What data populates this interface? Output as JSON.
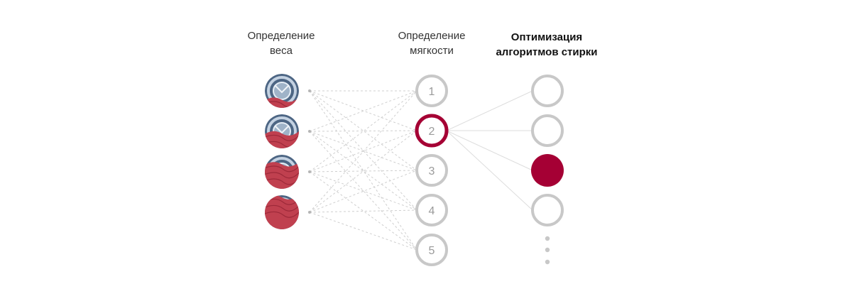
{
  "columns": {
    "weight": {
      "line1": "Определение",
      "line2": "веса"
    },
    "softness": {
      "line1": "Определение",
      "line2": "мягкости"
    },
    "optimization": {
      "line1": "Оптимизация",
      "line2": "алгоритмов стирки"
    }
  },
  "weight_levels": [
    {
      "load": "low"
    },
    {
      "load": "medium"
    },
    {
      "load": "high"
    },
    {
      "load": "full"
    }
  ],
  "softness_nodes": [
    {
      "label": "1",
      "active": false
    },
    {
      "label": "2",
      "active": true
    },
    {
      "label": "3",
      "active": false
    },
    {
      "label": "4",
      "active": false
    },
    {
      "label": "5",
      "active": false
    }
  ],
  "algorithm_nodes": [
    {
      "selected": false
    },
    {
      "selected": false
    },
    {
      "selected": true
    },
    {
      "selected": false
    }
  ],
  "colors": {
    "accent": "#a50034",
    "node_gray": "#c8c8c8",
    "text_gray": "#9a9a9a",
    "line_gray": "#cfcfcf",
    "fabric": "#c0404f",
    "drum": "#8aa0b8"
  },
  "icons": {
    "more": "vertical-ellipsis"
  }
}
